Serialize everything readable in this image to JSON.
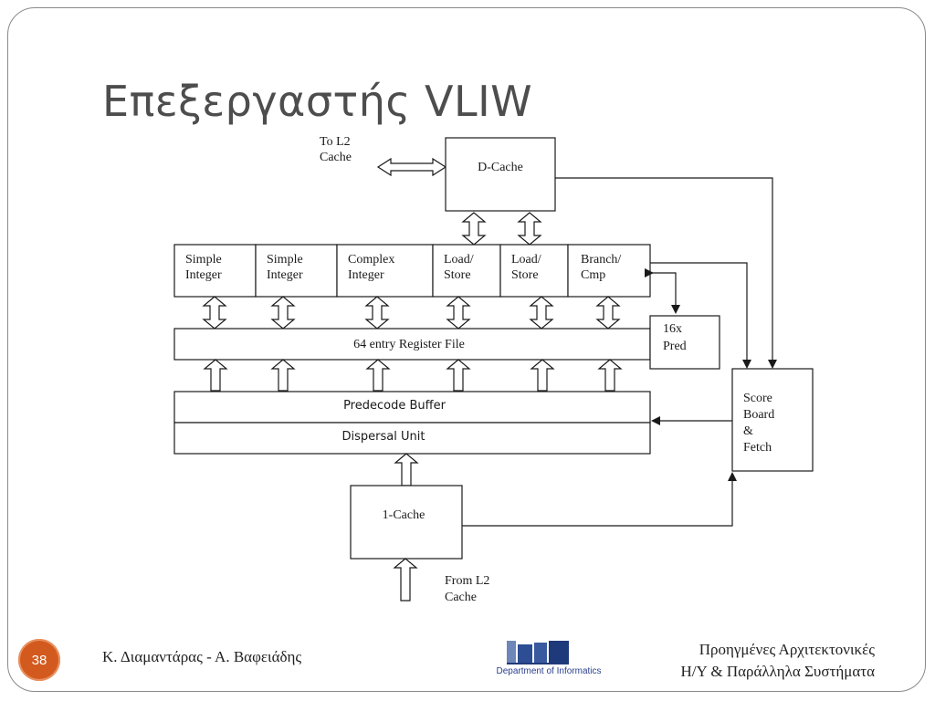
{
  "slide": {
    "title": "Επεξεργαστής VLIW",
    "number": "38",
    "footer_left": "Κ. Διαμαντάρας - Α. Βαφειάδης",
    "footer_right_line1": "Προηγμένες Αρχιτεκτονικές",
    "footer_right_line2": "Η/Υ & Παράλληλα Συστήματα",
    "logo_caption": "Department of Informatics"
  },
  "diagram": {
    "to_l2_line1": "To L2",
    "to_l2_line2": "Cache",
    "dcache": "D-Cache",
    "units": [
      {
        "line1": "Simple",
        "line2": "Integer"
      },
      {
        "line1": "Simple",
        "line2": "Integer"
      },
      {
        "line1": "Complex",
        "line2": "Integer"
      },
      {
        "line1": "Load/",
        "line2": "Store"
      },
      {
        "line1": "Load/",
        "line2": "Store"
      },
      {
        "line1": "Branch/",
        "line2": "Cmp"
      }
    ],
    "pred_line1": "16x",
    "pred_line2": "Pred",
    "register_file": "64 entry Register File",
    "predecode": "Predecode Buffer",
    "dispersal": "Dispersal Unit",
    "scoreboard": [
      "Score",
      "Board",
      "&",
      "Fetch"
    ],
    "icache": "1-Cache",
    "from_l2_line1": "From L2",
    "from_l2_line2": "Cache"
  },
  "colors": {
    "title": "#4d4d4d",
    "slide_number_bg": "#d35a1f",
    "frame": "#8a8a8a",
    "diagram_line": "#1a1a1a"
  }
}
